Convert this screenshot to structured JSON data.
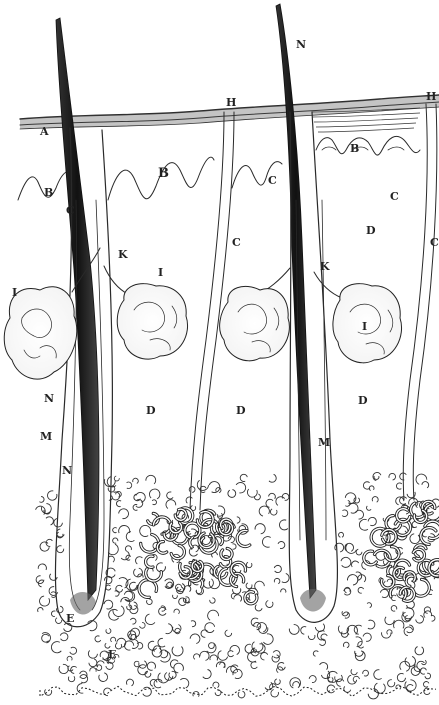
{
  "labels": {
    "A": "A",
    "B": "B",
    "C": "C",
    "D": "D",
    "E": "E",
    "H": "H",
    "I": "I",
    "K": "K",
    "M": "M",
    "N": "N"
  }
}
